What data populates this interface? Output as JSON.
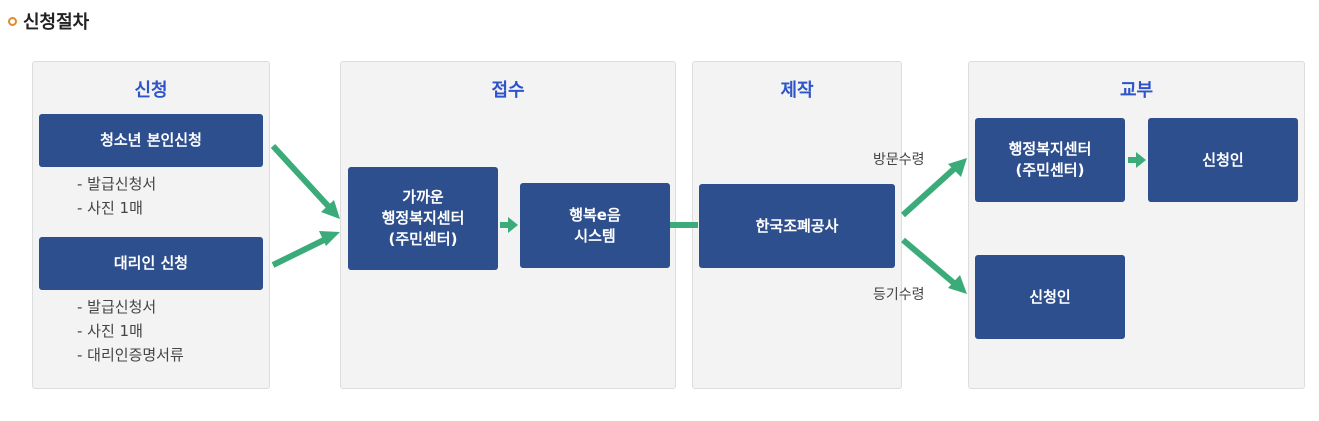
{
  "section_title": "신청절차",
  "colors": {
    "box": "#2e4f8d",
    "panel_title": "#2d54c9",
    "arrow": "#3aab79",
    "bullet": "#e08a2c"
  },
  "stages": {
    "apply": {
      "title": "신청",
      "self_box": "청소년 본인신청",
      "self_notes": [
        "- 발급신청서",
        "- 사진 1매"
      ],
      "proxy_box": "대리인 신청",
      "proxy_notes": [
        "- 발급신청서",
        "- 사진 1매",
        "- 대리인증명서류"
      ]
    },
    "receive": {
      "title": "접수",
      "office_box": "가까운\n행정복지센터\n(주민센터)",
      "system_box": "행복e음\n시스템"
    },
    "produce": {
      "title": "제작",
      "mint_box": "한국조폐공사"
    },
    "deliver": {
      "title": "교부",
      "visit_label": "방문수령",
      "mail_label": "등기수령",
      "office_box": "행정복지센터\n(주민센터)",
      "applicant_box_1": "신청인",
      "applicant_box_2": "신청인"
    }
  }
}
